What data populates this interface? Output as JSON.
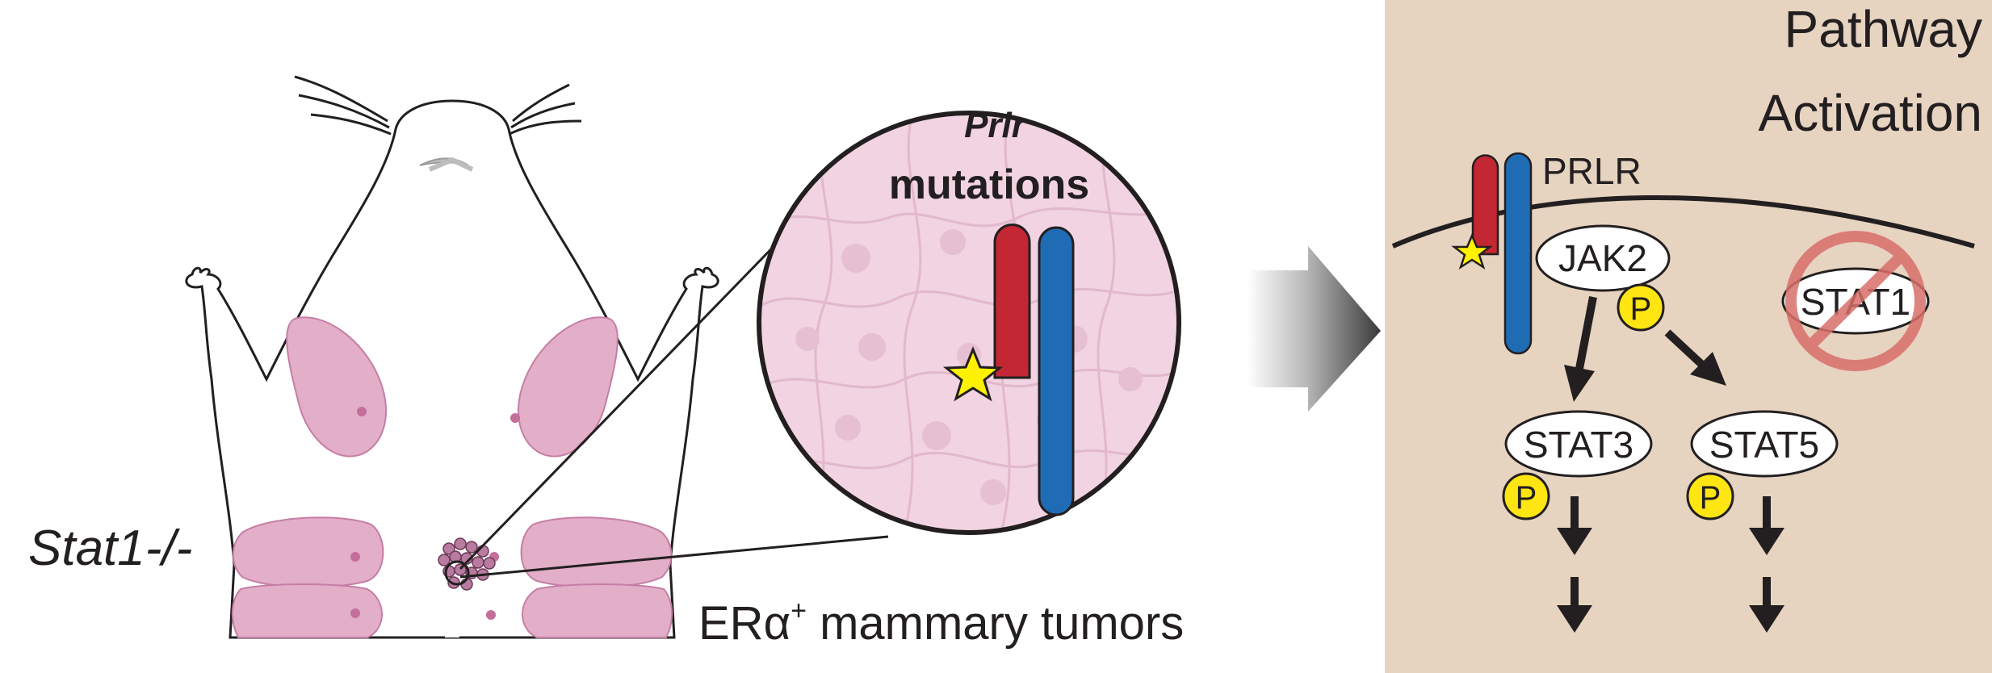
{
  "mouse": {
    "genotype_label": "Stat1-/-"
  },
  "zoom": {
    "title_line1": "Prlr",
    "title_line2": "mutations",
    "caption_main": "ERα",
    "caption_sup": "+",
    "caption_rest": " mammary tumors"
  },
  "pathway": {
    "title_line1": "Pathway",
    "title_line2": "Activation",
    "receptor_label": "PRLR",
    "nodes": {
      "jak2": "JAK2",
      "stat1": "STAT1",
      "stat3": "STAT3",
      "stat5": "STAT5"
    },
    "phospho_label": "P"
  },
  "colors": {
    "panel_bg": "#e6d3c0",
    "gland_pink": "#e3aec8",
    "zoom_circle_pink": "#f1d3e1",
    "receptor_red": "#c32733",
    "receptor_blue": "#1f6cb4",
    "phospho_yellow": "#ffe512",
    "star_yellow": "#fff200",
    "prohibit_red": "#d96f6a",
    "line_dark": "#231f20"
  }
}
